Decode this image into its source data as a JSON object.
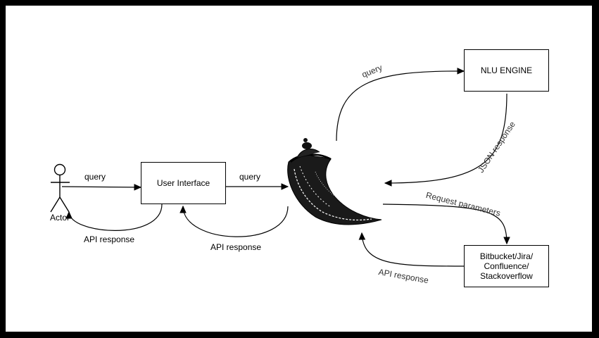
{
  "actor": {
    "label": "Actor"
  },
  "boxes": {
    "user_interface": "User Interface",
    "nlu_engine": "NLU ENGINE",
    "bitbucket_line1": "Bitbucket/Jira/",
    "bitbucket_line2": "Confluence/",
    "bitbucket_line3": "Stackoverflow"
  },
  "edges": {
    "actor_to_ui": "query",
    "ui_to_actor": "API response",
    "ui_to_flask": "query",
    "flask_to_ui": "API response",
    "flask_to_nlu": "query",
    "nlu_to_flask": "JSON response",
    "flask_to_services": "Request parameters",
    "services_to_flask": "API response"
  },
  "icons": {
    "center": "flask-logo-icon"
  }
}
